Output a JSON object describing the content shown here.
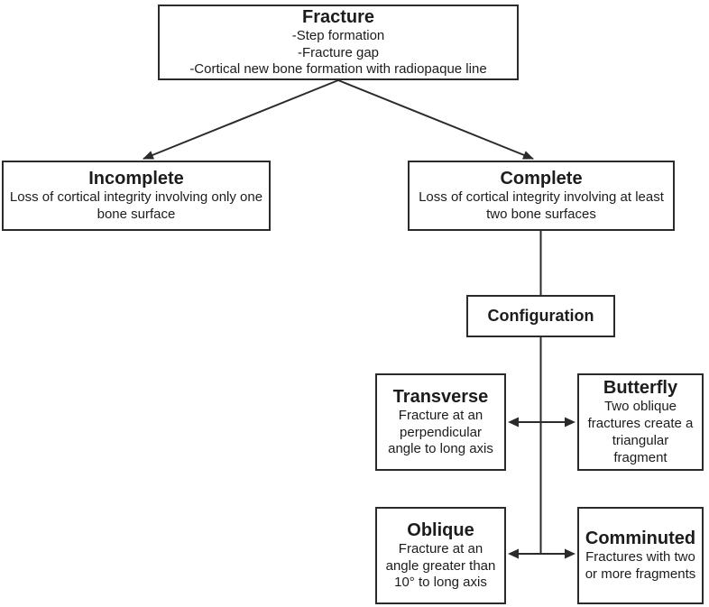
{
  "colors": {
    "line-color": "#2b2b2b",
    "text-color": "#1c1c1c",
    "box-bg": "#ffffff",
    "page-bg": "#ffffff"
  },
  "nodes": {
    "fracture": {
      "title": "Fracture",
      "lines": [
        "-Step formation",
        "-Fracture gap",
        "-Cortical new bone formation with radiopaque line"
      ]
    },
    "incomplete": {
      "title": "Incomplete",
      "description": "Loss of cortical integrity involving only one bone surface"
    },
    "complete": {
      "title": "Complete",
      "description": "Loss of cortical integrity involving at least two bone surfaces"
    },
    "configuration": {
      "title": "Configuration"
    },
    "transverse": {
      "title": "Transverse",
      "description": "Fracture at an perpendicular angle to long axis"
    },
    "butterfly": {
      "title": "Butterfly",
      "description": "Two oblique fractures create a triangular fragment"
    },
    "oblique": {
      "title": "Oblique",
      "description": "Fracture at an angle greater than 10° to long axis"
    },
    "comminuted": {
      "title": "Comminuted",
      "description": "Fractures with two or more fragments"
    }
  }
}
